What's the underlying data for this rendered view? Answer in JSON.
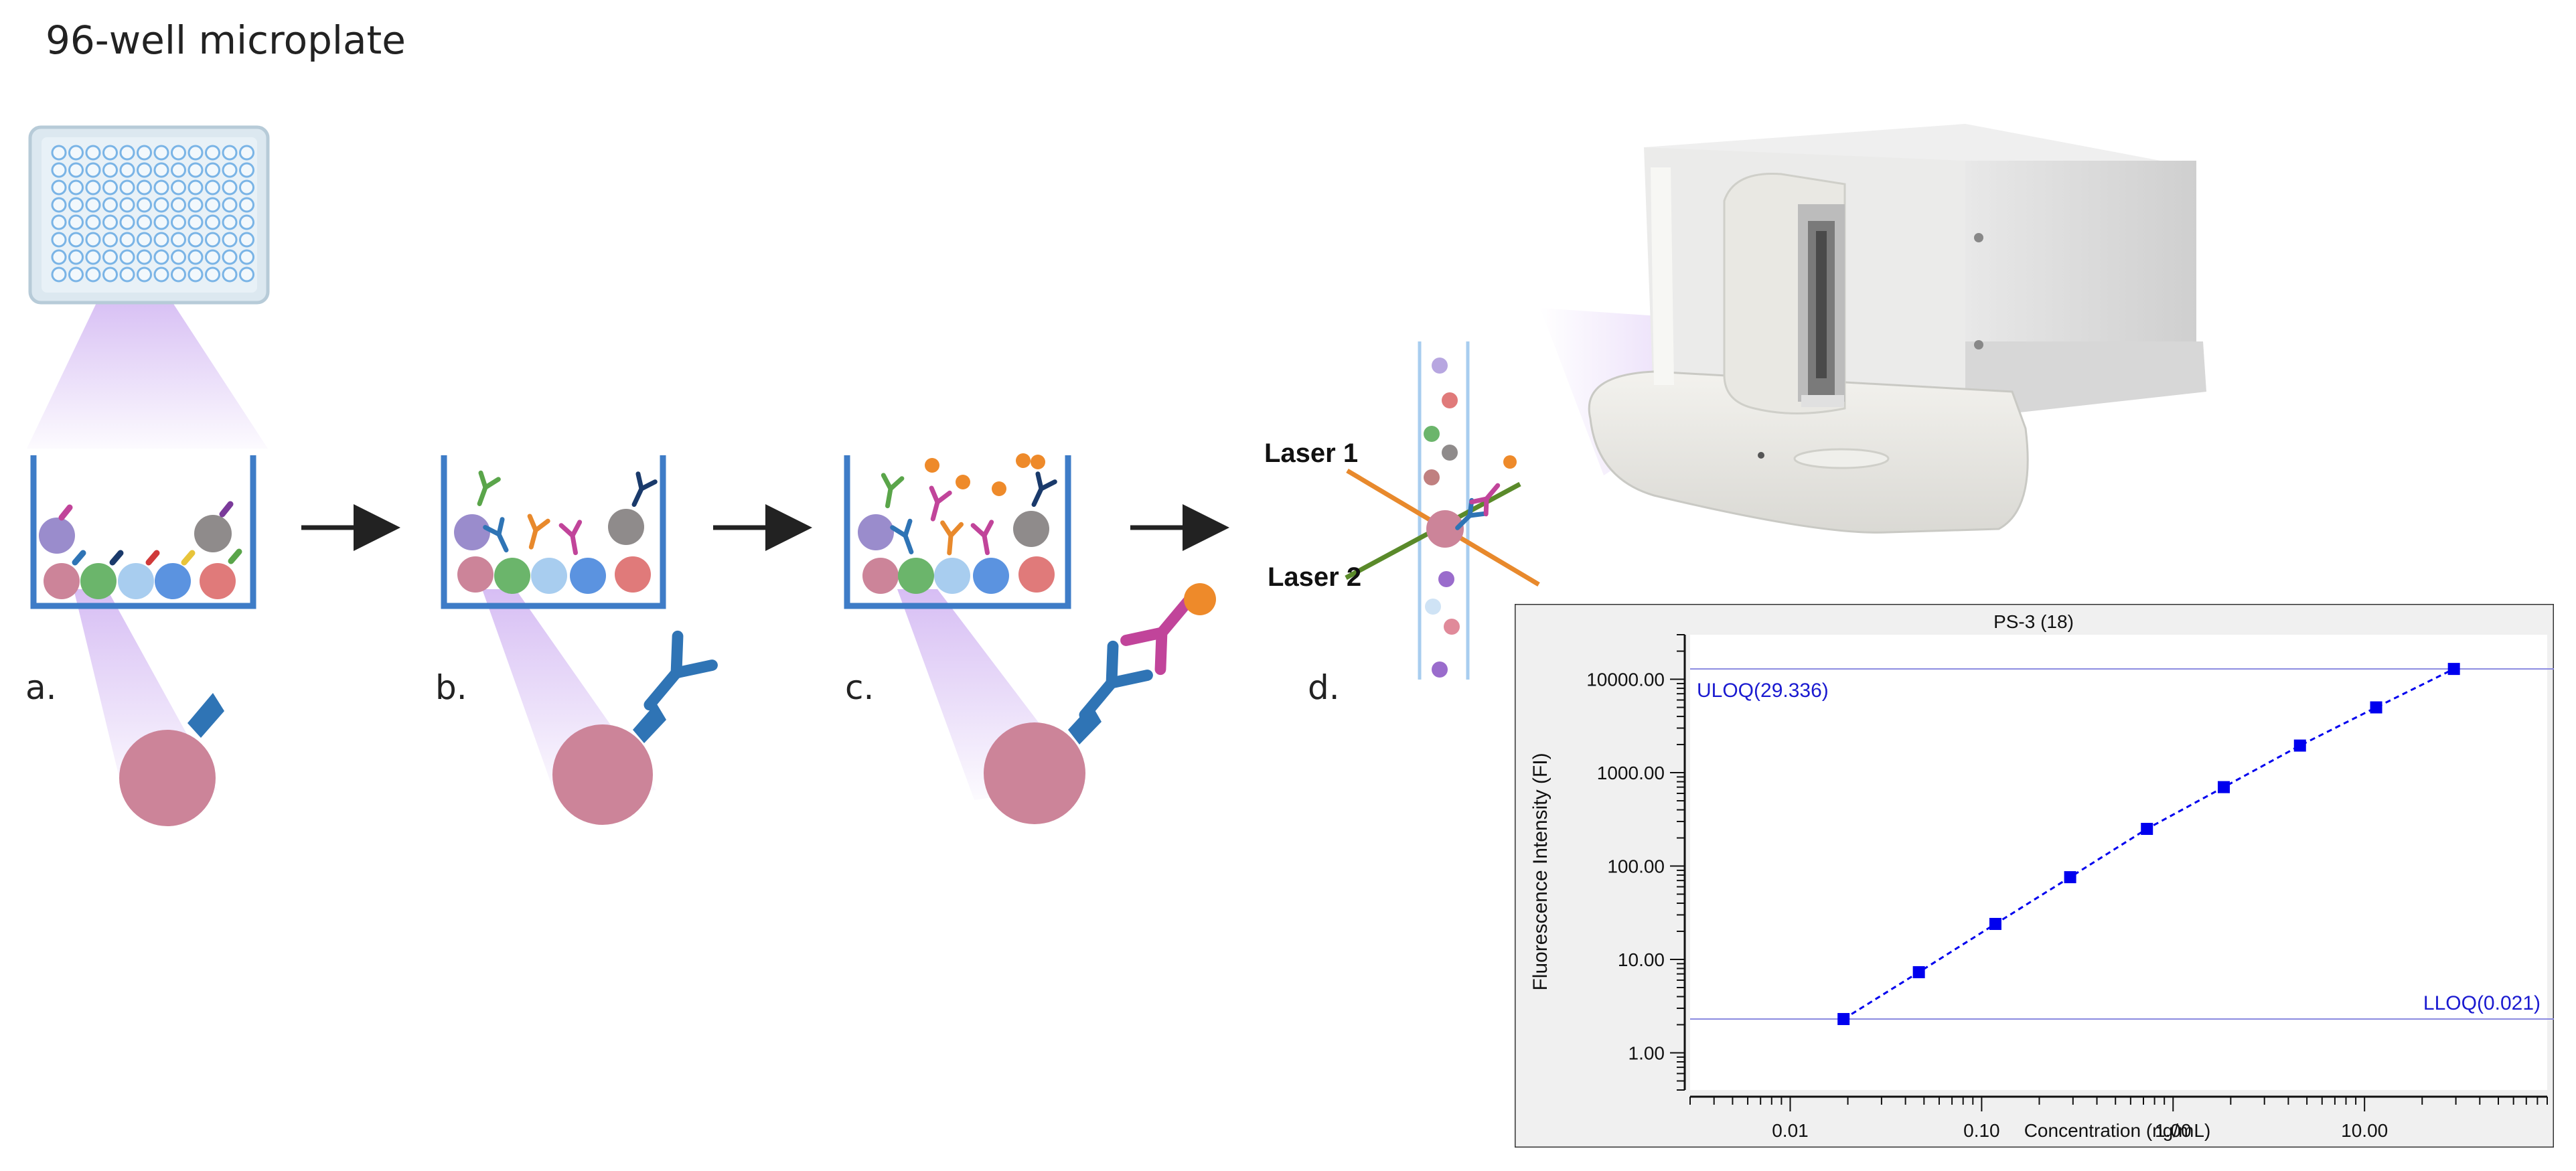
{
  "title": "96-well microplate",
  "steps": [
    {
      "label": "a."
    },
    {
      "label": "b."
    },
    {
      "label": "c."
    },
    {
      "label": "d."
    }
  ],
  "lasers": {
    "laser1": "Laser 1",
    "laser2": "Laser 2"
  },
  "colors": {
    "well_stroke": "#3e7cc7",
    "bead_pink": "#cc8499",
    "bead_green": "#6bb56b",
    "bead_lightblue": "#a8cdef",
    "bead_blue": "#5b93e0",
    "bead_salmon": "#e07a7a",
    "bead_purple": "#9a8ccc",
    "bead_grey": "#8f8b8b",
    "laser1": "#e8892c",
    "laser2": "#5a8a2a",
    "antibody_blue": "#2f74b5",
    "antibody_magenta": "#c1449a",
    "phycoerythrin": "#ee8a2a",
    "glow": "#c9a8f0"
  },
  "chart_data": {
    "type": "line",
    "title": "PS-3 (18)",
    "xlabel": "Concentration (ng/mL)",
    "ylabel": "Fluorescence Intensity (FI)",
    "xscale": "log",
    "yscale": "log",
    "xlim": [
      0.003,
      90
    ],
    "ylim": [
      0.4,
      30000
    ],
    "xticks": [
      {
        "value": 0.01,
        "label": "0.01"
      },
      {
        "value": 0.1,
        "label": "0.10"
      },
      {
        "value": 1,
        "label": "1.00"
      },
      {
        "value": 10,
        "label": "10.00"
      }
    ],
    "yticks": [
      {
        "value": 1,
        "label": "1.00"
      },
      {
        "value": 10,
        "label": "10.00"
      },
      {
        "value": 100,
        "label": "100.00"
      },
      {
        "value": 1000,
        "label": "1000.00"
      },
      {
        "value": 10000,
        "label": "10000.00"
      }
    ],
    "grid": false,
    "series": [
      {
        "color": "#0000ee",
        "x": [
          0.019,
          0.047,
          0.118,
          0.29,
          0.73,
          1.84,
          4.6,
          11.5,
          29.3
        ],
        "y": [
          2.3,
          7.3,
          24,
          76,
          250,
          700,
          1950,
          5000,
          12900
        ]
      }
    ],
    "reference_lines": [
      {
        "axis": "y",
        "value": 12900,
        "label": "ULOQ(29.336)",
        "label_position": "left"
      },
      {
        "axis": "y",
        "value": 2.3,
        "label": "LLOQ(0.021)",
        "label_position": "right"
      }
    ]
  }
}
